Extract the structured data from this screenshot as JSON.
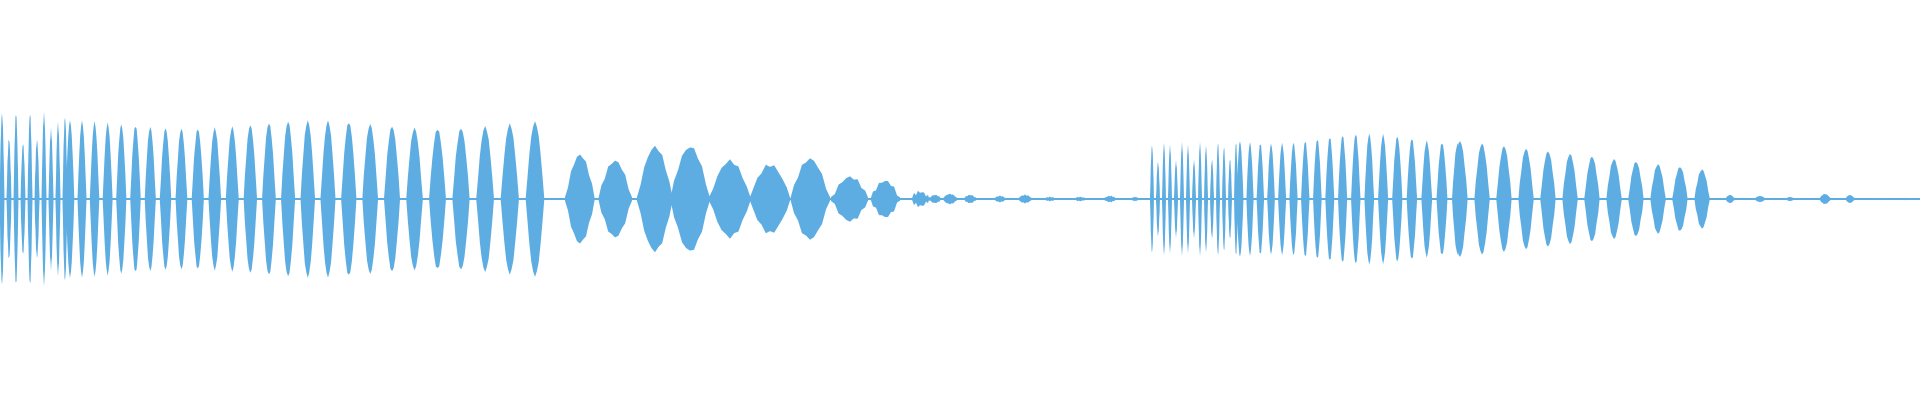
{
  "colors": {
    "background": "#ffffff",
    "waveform": "#5DADE2"
  },
  "waveform": {
    "description": "audio waveform",
    "segments": [
      {
        "name": "segment-1",
        "start_fraction": 0.0,
        "end_fraction": 0.6,
        "peak_amplitude": 0.42
      },
      {
        "name": "segment-2",
        "start_fraction": 0.6,
        "end_fraction": 1.0,
        "peak_amplitude": 0.36
      }
    ]
  }
}
